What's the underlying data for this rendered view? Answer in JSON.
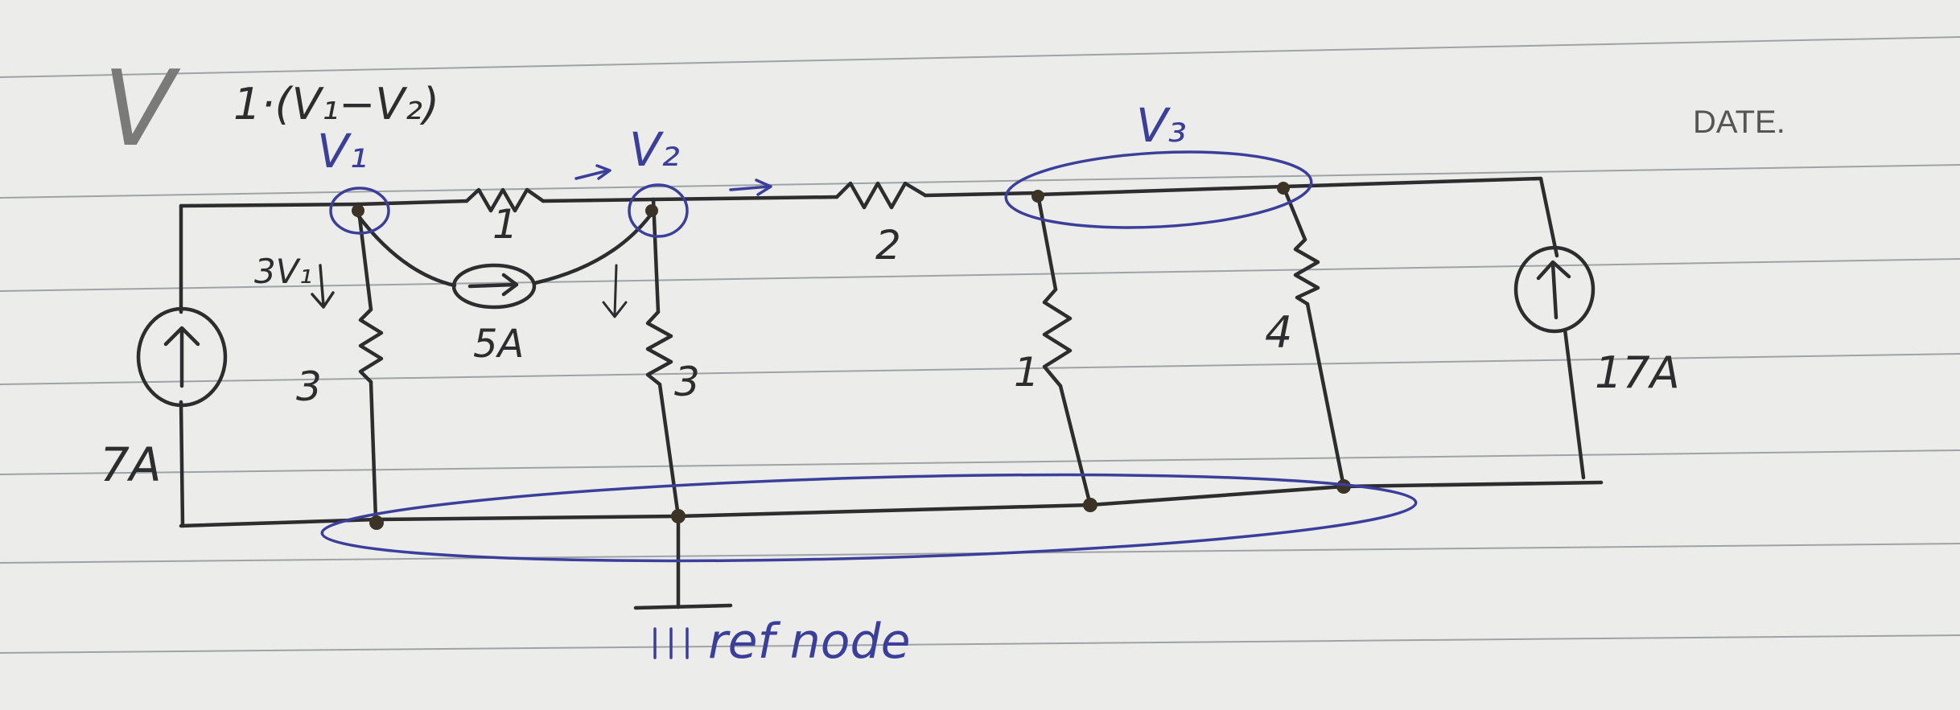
{
  "page": {
    "date_label": "DATE."
  },
  "header": {
    "big_mark": "V",
    "dependent_expr": "1·(V₁−V₂)"
  },
  "nodes": {
    "v1": "V₁",
    "v2": "V₂",
    "v3": "V₃"
  },
  "components": {
    "current_source_left": "7A",
    "dependent_current": "3V₁",
    "resistor_v1_ground": "3",
    "resistor_v1_v2": "1",
    "current_source_middle": "5A",
    "resistor_v2_ground": "3",
    "resistor_series": "2",
    "resistor_v3_ground_a": "1",
    "resistor_v3_ground_b": "4",
    "current_source_right": "17A"
  },
  "ground": {
    "label": "ref node"
  },
  "colors": {
    "paper": "#ececea",
    "ink": "#2d2d2f",
    "pen_blue": "#3b3f9a",
    "rule": "#9fa3a6"
  }
}
